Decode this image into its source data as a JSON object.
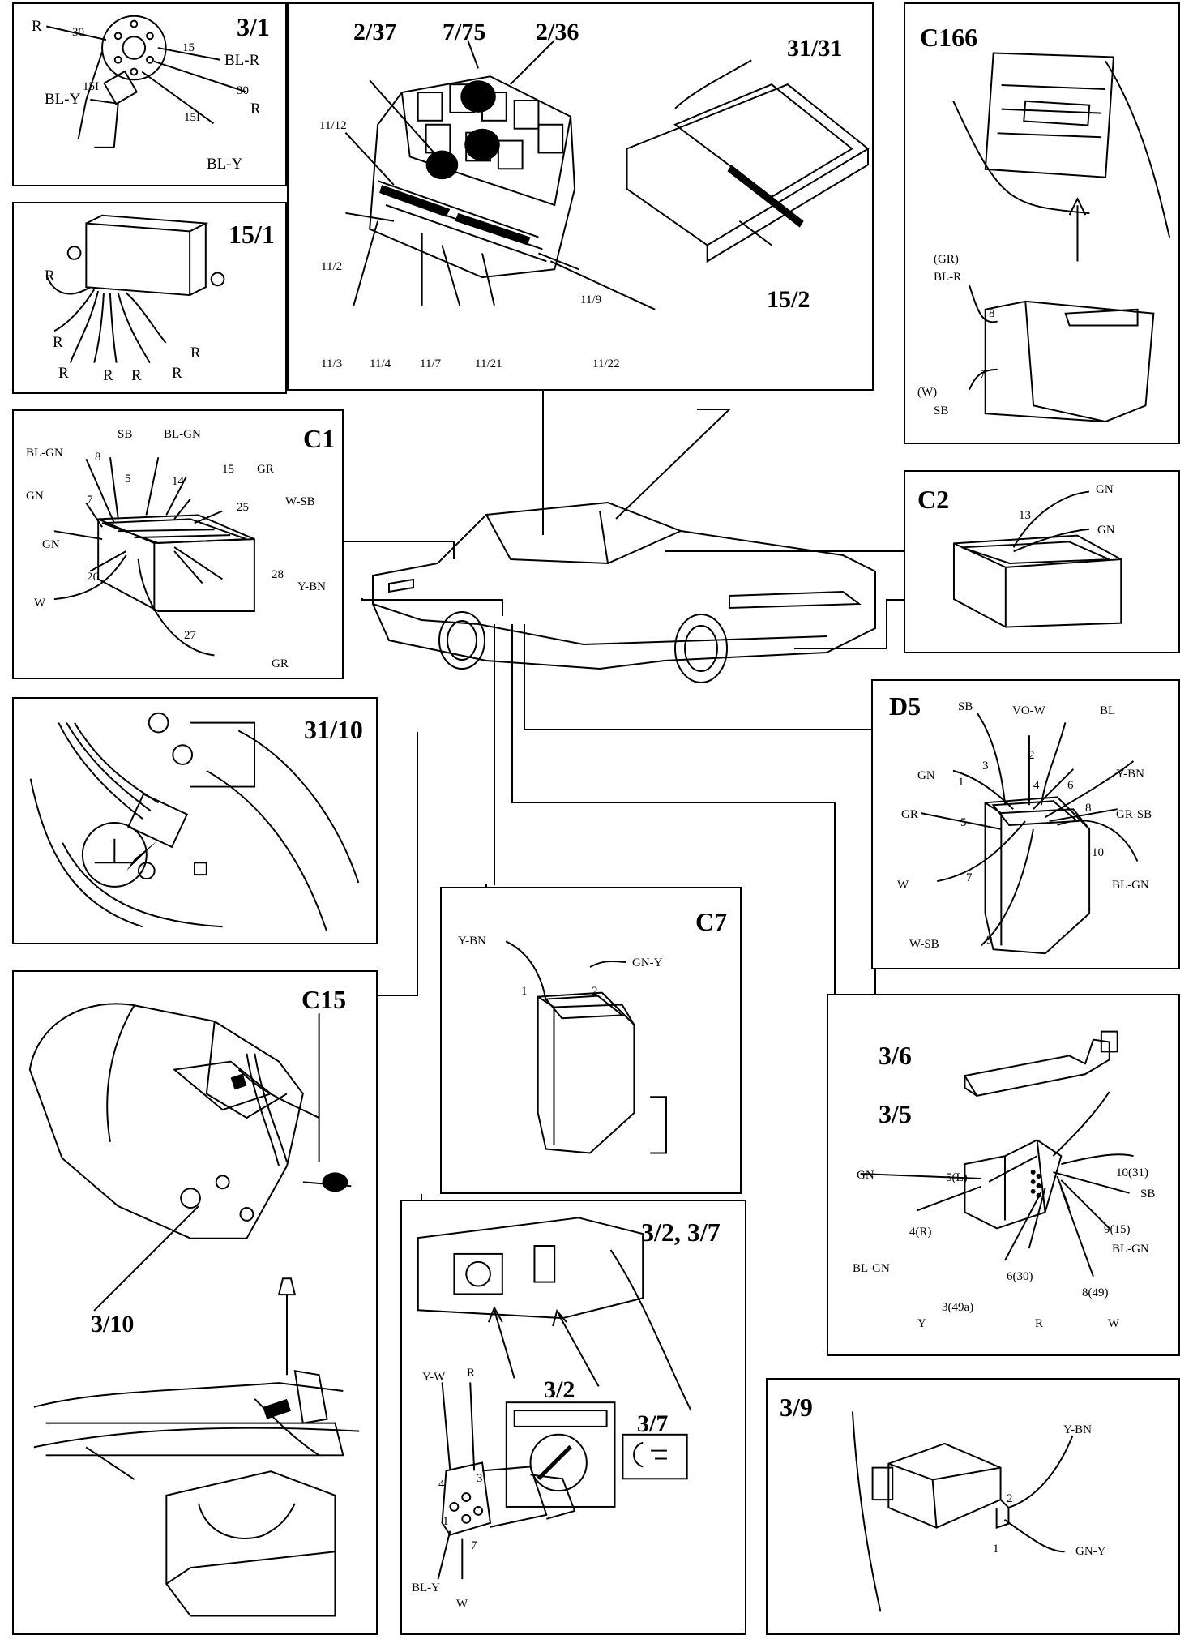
{
  "panels": {
    "p31": {
      "title": "3/1",
      "labels": [
        "R",
        "30",
        "15",
        "BL-R",
        "30",
        "R",
        "15I",
        "15I",
        "BL-Y",
        "BL-Y"
      ]
    },
    "p151": {
      "title": "15/1",
      "labels": [
        "R",
        "R",
        "R",
        "R",
        "R",
        "R",
        "R"
      ]
    },
    "fusebox": {
      "callouts": [
        "2/37",
        "7/75",
        "2/36"
      ],
      "labels": [
        "11/12",
        "11/2",
        "11/3",
        "11/4",
        "11/7",
        "11/21",
        "11/9",
        "11/22"
      ]
    },
    "cem": {
      "callouts": [
        "31/31",
        "15/2"
      ]
    },
    "c166": {
      "title": "C166",
      "labels": [
        "(GR)",
        "BL-R",
        "8",
        "7",
        "(W)",
        "SB"
      ]
    },
    "c1": {
      "title": "C1",
      "labels": [
        "BL-GN",
        "8",
        "SB",
        "BL-GN",
        "15",
        "GR",
        "5",
        "14",
        "GN",
        "7",
        "25",
        "W-SB",
        "GN",
        "26",
        "28",
        "Y-BN",
        "W",
        "27",
        "GR"
      ]
    },
    "c2": {
      "title": "C2",
      "labels": [
        "GN",
        "13",
        "GN"
      ]
    },
    "p3110": {
      "title": "31/10"
    },
    "d5": {
      "title": "D5",
      "labels": [
        "SB",
        "VO-W",
        "BL",
        "3",
        "2",
        "GN",
        "1",
        "4",
        "6",
        "Y-BN",
        "GR",
        "5",
        "8",
        "GR-SB",
        "W",
        "7",
        "10",
        "BL-GN",
        "W-SB",
        "9"
      ]
    },
    "c15": {
      "title": "C15",
      "callouts": [
        "3/10"
      ]
    },
    "c7": {
      "title": "C7",
      "labels": [
        "Y-BN",
        "GN-Y",
        "1",
        "2"
      ]
    },
    "p36": {
      "titles": [
        "3/6",
        "3/5"
      ],
      "labels": [
        "GN",
        "5(L)",
        "10(31)",
        "SB",
        "9(15)",
        "BL-GN",
        "4(R)",
        "BL-GN",
        "6(30)",
        "8(49)",
        "Y",
        "3(49a)",
        "R",
        "W"
      ]
    },
    "p32": {
      "title": "3/2, 3/7",
      "callouts": [
        "3/2",
        "3/7"
      ],
      "labels": [
        "Y-W",
        "R",
        "4",
        "3",
        "1",
        "7",
        "BL-Y",
        "W"
      ]
    },
    "p39": {
      "title": "3/9",
      "labels": [
        "Y-BN",
        "2",
        "GN-Y",
        "1"
      ]
    }
  }
}
